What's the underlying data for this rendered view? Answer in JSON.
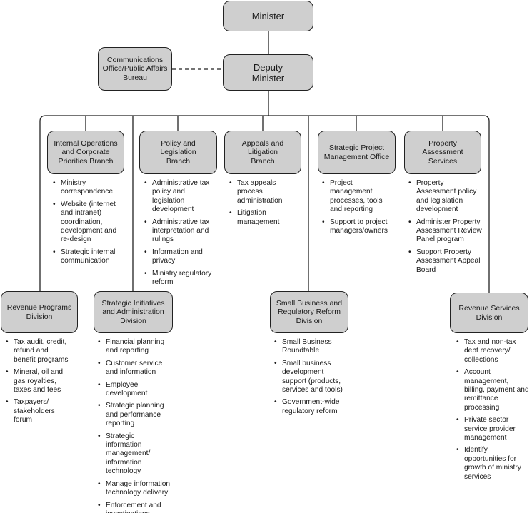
{
  "top": {
    "minister": "Minister",
    "deputy": "Deputy\nMinister",
    "comms": "Communications\nOffice/Public Affairs\nBureau"
  },
  "branches": [
    {
      "title": "Internal Operations\nand Corporate\nPriorities Branch",
      "items": [
        "Ministry\ncorrespondence",
        "Website (internet\nand intranet)\ncoordination,\ndevelopment and\nre-design",
        "Strategic internal\ncommunication"
      ]
    },
    {
      "title": "Policy and Legislation\nBranch",
      "items": [
        "Administrative tax\npolicy and\nlegislation\ndevelopment",
        "Administrative tax\ninterpretation and\nrulings",
        "Information and\nprivacy",
        "Ministry regulatory\nreform"
      ]
    },
    {
      "title": "Appeals and Litigation\nBranch",
      "items": [
        "Tax appeals\nprocess\nadministration",
        "Litigation\nmanagement"
      ]
    },
    {
      "title": "Strategic Project\nManagement Office",
      "items": [
        "Project\nmanagement\nprocesses, tools\nand reporting",
        "Support to project\nmanagers/owners"
      ]
    },
    {
      "title": "Property Assessment\nServices",
      "items": [
        "Property\nAssessment policy\nand legislation\ndevelopment",
        "Administer Property\nAssessment Review\nPanel program",
        "Support Property\nAssessment Appeal\nBoard"
      ]
    }
  ],
  "divisions": [
    {
      "title": "Revenue Programs\nDivision",
      "items": [
        "Tax audit, credit,\nrefund and\nbenefit programs",
        "Mineral, oil and\ngas royalties,\ntaxes and fees",
        "Taxpayers/\nstakeholders\nforum"
      ]
    },
    {
      "title": "Strategic Initiatives\nand Administration\nDivision",
      "items": [
        "Financial planning\nand reporting",
        "Customer service\nand information",
        "Employee\ndevelopment",
        "Strategic planning\nand performance\nreporting",
        "Strategic\ninformation\nmanagement/\ninformation\ntechnology",
        "Manage information\ntechnology delivery",
        "Enforcement and\ninvestigations"
      ]
    },
    {
      "title": "Small Business and\nRegulatory Reform\nDivision",
      "items": [
        "Small Business\nRoundtable",
        "Small business\ndevelopment\nsupport (products,\nservices and tools)",
        "Government-wide\nregulatory reform"
      ]
    },
    {
      "title": "Revenue Services\nDivision",
      "items": [
        "Tax and non-tax\ndebt recovery/\ncollections",
        "Account\nmanagement,\nbilling, payment and\nremittance\nprocessing",
        "Private sector\nservice provider\nmanagement",
        "Identify\nopportunities for\ngrowth of ministry\nservices"
      ]
    }
  ]
}
